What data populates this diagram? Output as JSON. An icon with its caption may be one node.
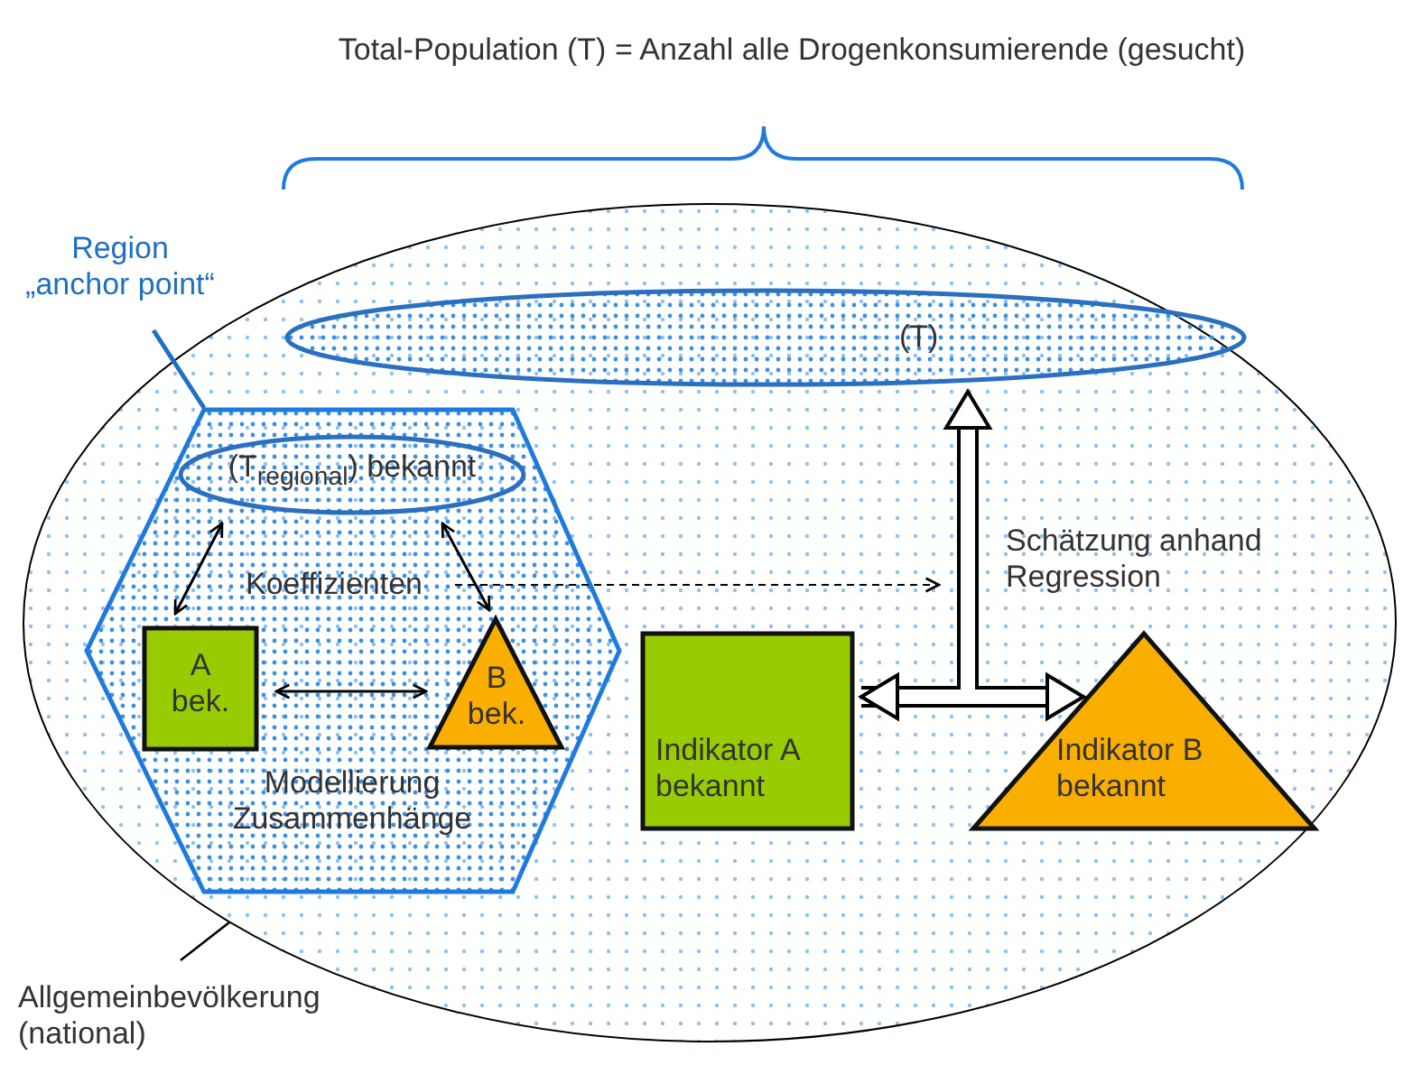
{
  "diagram": {
    "title": "Total-Population (T) = Anzahl alle Drogenkonsumierende (gesucht)",
    "nodes": [
      {
        "text": [
          "Region „anchor point“"
        ]
      },
      {
        "text": [],
        "shape": "ellipse"
      },
      {
        "text": [
          "(T)"
        ],
        "in": 1
      },
      {
        "text": [
          "Modellierung Zusammenhänge"
        ],
        "in": 1
      },
      {
        "text": [
          "(T$_{regional}$) bekannt"
        ],
        "in": 3
      },
      {
        "text": [
          "Koeffizienten"
        ],
        "in": 3
      },
      {
        "text": [
          "A bek."
        ],
        "in": 3
      },
      {
        "text": [
          "B bek."
        ],
        "in": 3
      },
      {
        "text": [
          "Indikator A bekannt"
        ],
        "in": 1
      },
      {
        "text": [
          "Indikator B bekannt"
        ],
        "in": 1
      },
      {
        "text": [
          "Allgemeinbevölkerung (national)"
        ]
      }
    ],
    "edges": [
      {
        "from": 4,
        "to": 6,
        "arrow": "both"
      },
      {
        "from": 4,
        "to": 7,
        "arrow": "both"
      },
      {
        "from": 6,
        "to": 7,
        "arrow": "both"
      },
      {
        "from": 5,
        "to": null,
        "arrow": "to",
        "style": "dashed"
      },
      {
        "from": 8,
        "to": 9,
        "arrow": "both",
        "style": "thick"
      },
      {
        "from": 8,
        "to": 2,
        "arrow": "to",
        "style": "thick"
      },
      {
        "from": 0,
        "to": 3,
        "arrow": "none",
        "color": "#1f6fc5"
      },
      {
        "from": 10,
        "to": 1,
        "arrow": "none"
      }
    ],
    "labels": [
      "Schätzung anhand Regression"
    ]
  }
}
